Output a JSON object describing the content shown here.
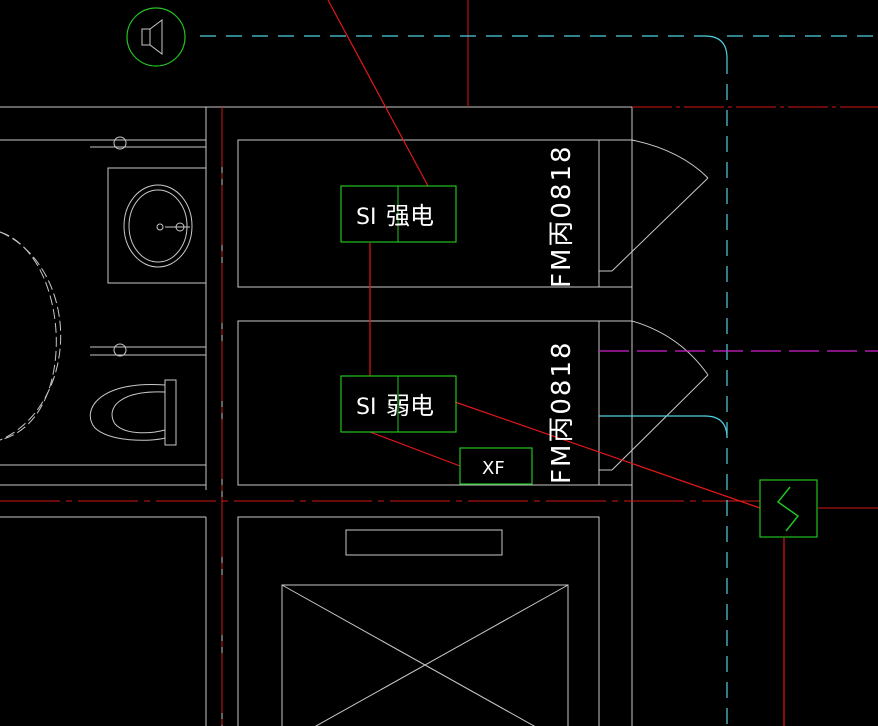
{
  "colors": {
    "background": "#000000",
    "wall": "#c8c8c8",
    "red": "#e01818",
    "green": "#22c222",
    "cyan": "#4fd0e0",
    "magenta": "#d020d0",
    "white": "#ffffff"
  },
  "symbols": {
    "speaker": {
      "icon": "speaker-icon"
    },
    "strong_box": {
      "code": "SI",
      "text": "强电"
    },
    "weak_box": {
      "code": "SI",
      "text": "弱电"
    },
    "fire_box": {
      "text": "XF"
    },
    "junction": {
      "icon": "zigzag-junction-icon"
    }
  },
  "doors": {
    "upper": {
      "label": "FM丙0818"
    },
    "lower": {
      "label": "FM丙0818"
    }
  }
}
